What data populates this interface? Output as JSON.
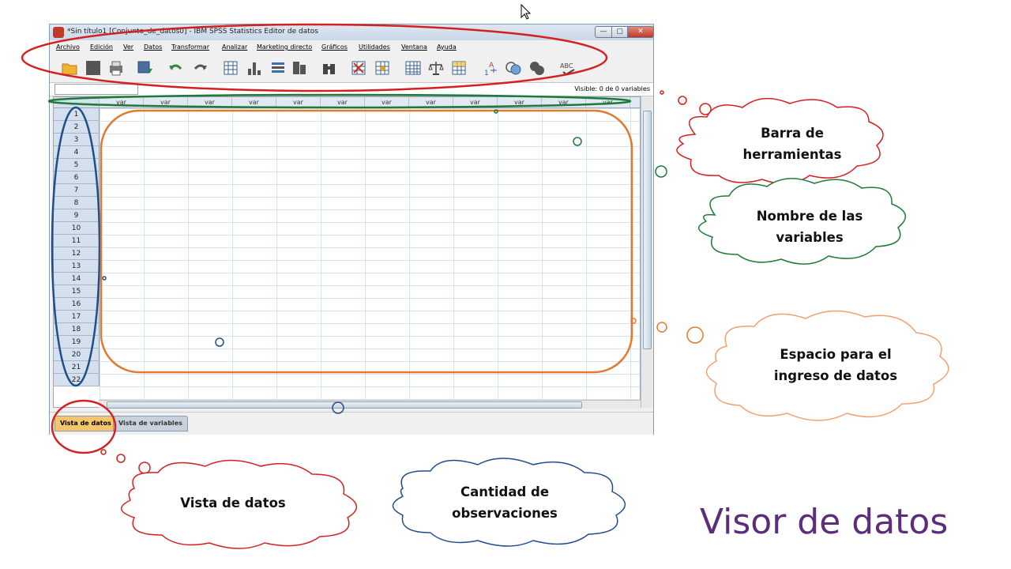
{
  "window": {
    "title": "*Sin título1 [Conjunto_de_datos0] - IBM SPSS Statistics Editor de datos",
    "min_glyph": "—",
    "max_glyph": "▢",
    "close_glyph": "✕"
  },
  "menu": [
    "Archivo",
    "Edición",
    "Ver",
    "Datos",
    "Transformar",
    "Analizar",
    "Marketing directo",
    "Gráficos",
    "Utilidades",
    "Ventana",
    "Ayuda"
  ],
  "toolbar_icons": [
    "open-folder-icon",
    "save-icon",
    "print-icon",
    "dialog-recall-icon",
    "undo-icon",
    "redo-icon",
    "goto-case-icon",
    "goto-variable-icon",
    "variables-icon",
    "run-descriptives-icon",
    "find-icon",
    "insert-cases-icon",
    "insert-variable-icon",
    "split-file-icon",
    "weight-cases-icon",
    "select-cases-icon",
    "value-labels-icon",
    "use-sets-icon",
    "show-all-variables-icon",
    "spell-check-icon"
  ],
  "status": {
    "visible_text": "Visible: 0 de 0 variables"
  },
  "grid": {
    "column_header": "var",
    "column_count": 12,
    "rows": [
      "1",
      "2",
      "3",
      "4",
      "5",
      "6",
      "7",
      "8",
      "9",
      "10",
      "11",
      "12",
      "13",
      "14",
      "15",
      "16",
      "17",
      "18",
      "19",
      "20",
      "21",
      "22"
    ]
  },
  "tabs": {
    "data_view": "Vista de datos",
    "variable_view": "Vista de variables"
  },
  "annotations": {
    "toolbar_cloud": [
      "Barra de",
      "herramientas"
    ],
    "varnames_cloud": [
      "Nombre de las",
      "variables"
    ],
    "dataentry_cloud": [
      "Espacio para el",
      "ingreso de datos"
    ],
    "dataview_cloud": [
      "Vista de datos"
    ],
    "cases_cloud": [
      "Cantidad de",
      "observaciones"
    ],
    "title": "Visor de datos"
  },
  "colors": {
    "red": "#d42020",
    "green": "#1e7a3a",
    "blue": "#1f4e8c",
    "orange": "#e07a2e",
    "title_purple": "#5b2d7a"
  }
}
